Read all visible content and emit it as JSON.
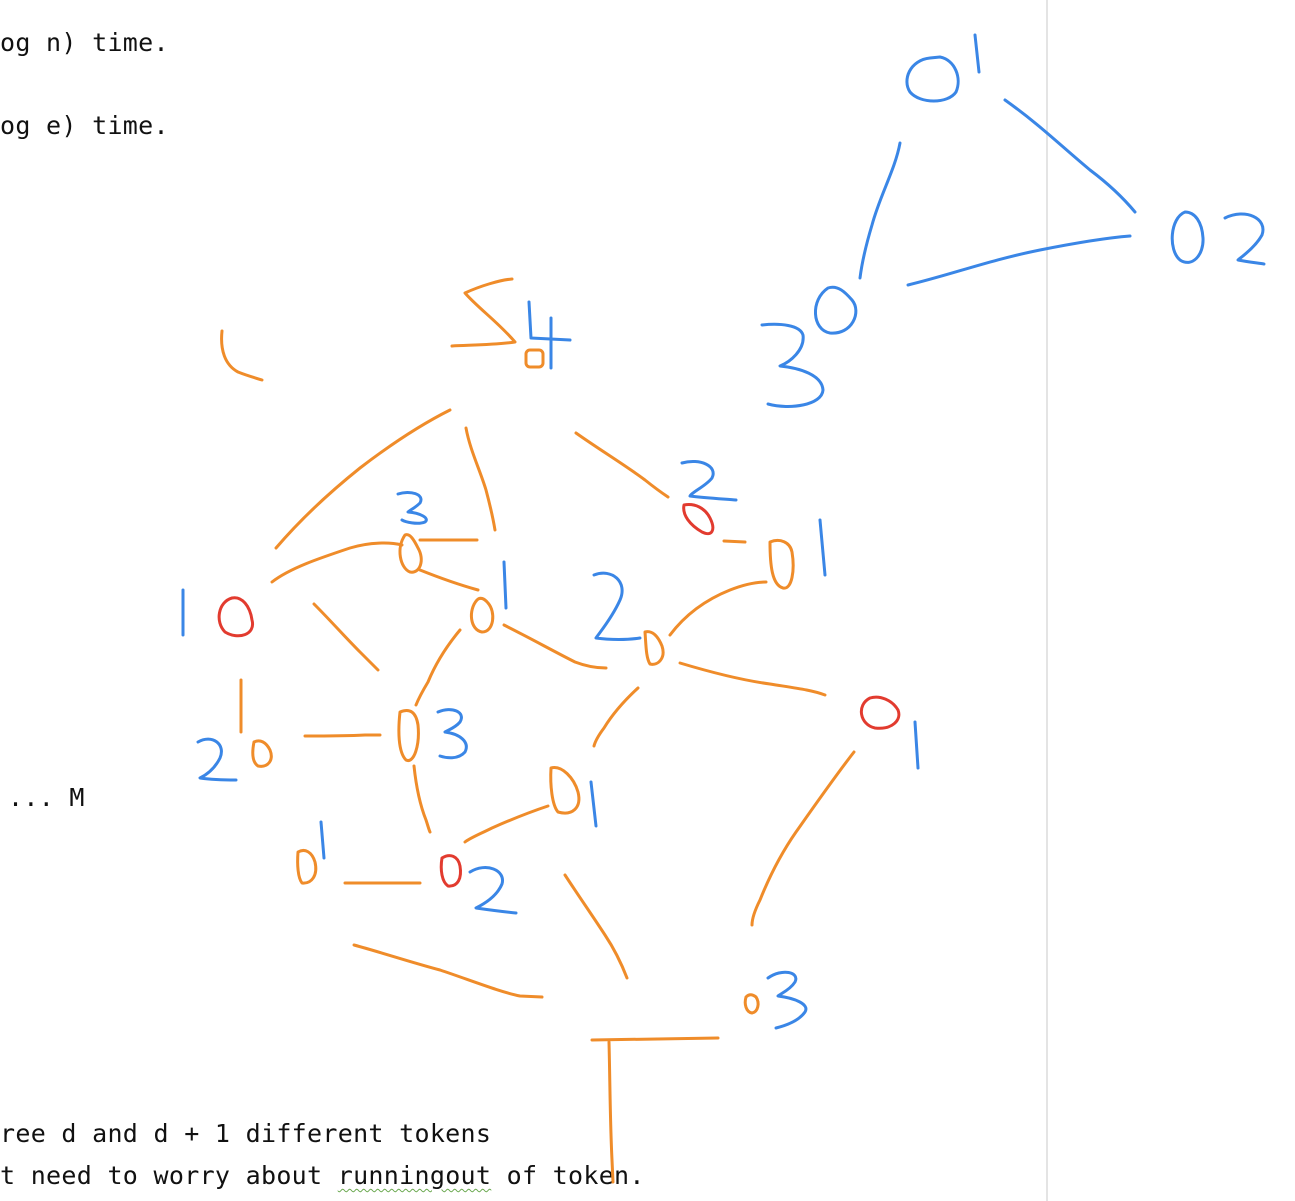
{
  "editor": {
    "lines": {
      "line1": "og n) time.",
      "line2": "og e) time.",
      "line3": "... M",
      "line4": "ree d and d + 1 different tokens",
      "line5_before": "t need to worry about ",
      "line5_misspelled": "runningout",
      "line5_after": " of token."
    }
  },
  "annotation_colors": {
    "orange": "#ef8c2a",
    "blue": "#3a86e6",
    "red": "#e23b2f"
  }
}
